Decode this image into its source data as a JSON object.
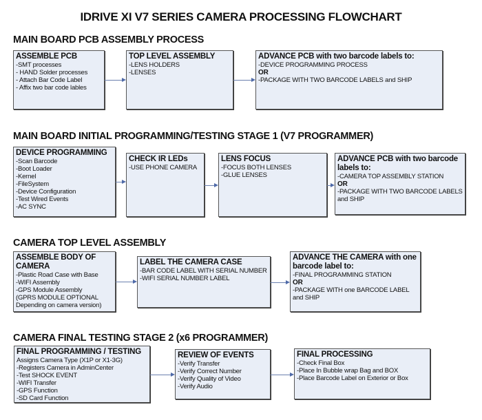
{
  "title": "IDRIVE XI V7 SERIES CAMERA PROCESSING FLOWCHART",
  "sections": [
    {
      "heading": "MAIN BOARD PCB ASSEMBLY PROCESS",
      "boxes": [
        {
          "title": "ASSEMBLE PCB",
          "lines": [
            {
              "text": " -SMT processes"
            },
            {
              "text": "- HAND Solder processes"
            },
            {
              "text": "- Attach Bar Code Label"
            },
            {
              "text": "- Affix two bar code lables"
            }
          ]
        },
        {
          "title": "TOP LEVEL ASSEMBLY",
          "lines": [
            {
              "text": "-LENS HOLDERS"
            },
            {
              "text": "-LENSES"
            }
          ]
        },
        {
          "title": "ADVANCE PCB with two barcode labels to:",
          "lines": [
            {
              "text": "-DEVICE PROGRAMMING PROCESS"
            },
            {
              "text": "OR",
              "bold": true
            },
            {
              "text": "-PACKAGE WITH TWO BARCODE LABELS and SHIP"
            }
          ]
        }
      ]
    },
    {
      "heading": "MAIN BOARD INITIAL PROGRAMMING/TESTING STAGE 1 (V7 PROGRAMMER)",
      "boxes": [
        {
          "title": "DEVICE PROGRAMMING",
          "lines": [
            {
              "text": "-Scan Barcode"
            },
            {
              "text": "-Boot Loader"
            },
            {
              "text": "-Kernel"
            },
            {
              "text": "-FileSystem"
            },
            {
              "text": "-Device Configuration"
            },
            {
              "text": "-Test Wired Events"
            },
            {
              "text": "-AC SYNC"
            }
          ]
        },
        {
          "title": "CHECK IR LEDs",
          "lines": [
            {
              "text": "-USE PHONE CAMERA"
            }
          ]
        },
        {
          "title": "LENS FOCUS",
          "lines": [
            {
              "text": "-FOCUS BOTH LENSES"
            },
            {
              "text": "-GLUE LENSES"
            }
          ]
        },
        {
          "title": "ADVANCE PCB with two barcode labels to:",
          "lines": [
            {
              "text": "-CAMERA TOP ASSEMBLY STATION"
            },
            {
              "text": "OR",
              "bold": true
            },
            {
              "text": "-PACKAGE WITH TWO BARCODE LABELS and SHIP"
            }
          ]
        }
      ]
    },
    {
      "heading": "CAMERA TOP LEVEL ASSEMBLY",
      "boxes": [
        {
          "title": "ASSEMBLE BODY OF CAMERA",
          "lines": [
            {
              "text": "-Plastic Road Case with Base"
            },
            {
              "text": "-WIFI Assembly"
            },
            {
              "text": "-GPS Module Assembly"
            },
            {
              "text": "(GPRS MODULE OPTIONAL Depending on camera version)"
            }
          ]
        },
        {
          "title": "LABEL THE CAMERA CASE",
          "lines": [
            {
              "text": "-BAR CODE LABEL WITH SERIAL NUMBER"
            },
            {
              "text": "-WIFI SERIAL NUMBER LABEL"
            }
          ]
        },
        {
          "title": "ADVANCE THE CAMERA with one barcode label to:",
          "lines": [
            {
              "text": "-FINAL PROGRAMMING STATION"
            },
            {
              "text": " OR",
              "bold": true
            },
            {
              "text": "-PACKAGE WITH one BARCODE LABEL and SHIP"
            }
          ]
        }
      ]
    },
    {
      "heading": "CAMERA FINAL TESTING STAGE 2 (x6 PROGRAMMER)",
      "boxes": [
        {
          "title": "FINAL PROGRAMMING / TESTING",
          "lines": [
            {
              "text": "Assigns Camera Type (X1P or X1-3G)"
            },
            {
              "text": "-Registers Camera in AdminCenter"
            },
            {
              "text": "-Test SHOCK EVENT"
            },
            {
              "text": "-WIFI Transfer"
            },
            {
              "text": "-GPS Function"
            },
            {
              "text": "-SD Card Function"
            }
          ]
        },
        {
          "title": "REVIEW OF EVENTS",
          "lines": [
            {
              "text": "-Verify Transfer"
            },
            {
              "text": "-Verify Correct Number"
            },
            {
              "text": "-Verify Quality of Video"
            },
            {
              "text": "-Verify Audio"
            }
          ]
        },
        {
          "title": "FINAL PROCESSING",
          "lines": [
            {
              "text": " -Check Final Box"
            },
            {
              "text": "-Place In Bubble wrap Bag and BOX"
            },
            {
              "text": "-Place Barcode Label on Exterior or Box"
            }
          ]
        }
      ]
    }
  ]
}
